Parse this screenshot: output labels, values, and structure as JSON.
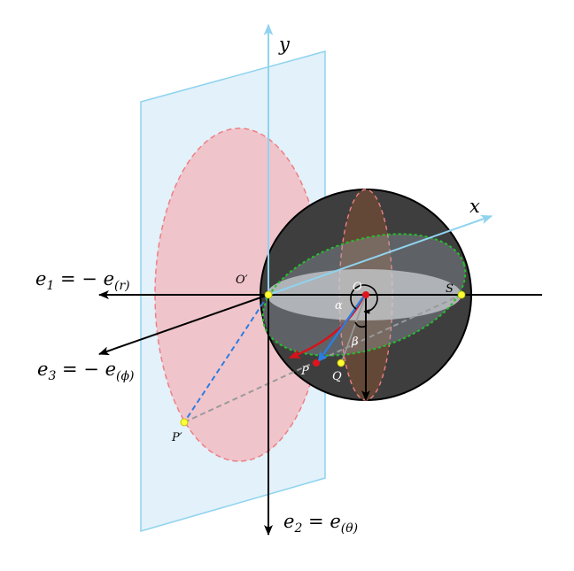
{
  "axes": {
    "y": "y",
    "x": "x",
    "e1": {
      "main": "e",
      "main_sub": "1",
      "eq": " = − ",
      "rhs": "e",
      "rhs_sub": "(r)"
    },
    "e2": {
      "main": "e",
      "main_sub": "2",
      "eq": " = ",
      "rhs": "e",
      "rhs_sub": "(θ)"
    },
    "e3": {
      "main": "e",
      "main_sub": "3",
      "eq": " = − ",
      "rhs": "e",
      "rhs_sub": "(ϕ)"
    }
  },
  "points": {
    "O": "O",
    "O_prime": "O′",
    "S": "S",
    "P": "P",
    "P_prime": "P′",
    "Q": "Q"
  },
  "angles": {
    "alpha": "α",
    "beta": "β"
  },
  "colors": {
    "plane_fill": "#dff0fa",
    "plane_stroke": "#8fd3ee",
    "disk_fill": "#f0c4cb",
    "disk_stroke": "#ee7f84",
    "sphere_fill": "#3e3e3e",
    "equator_ellipse": "#22c22a",
    "meridian_fill": "#6b4a36",
    "point_yellow": "#ffff33",
    "point_red": "#e0141e",
    "arc_red": "#d8121a",
    "arc_blue": "#2a7de1",
    "dash_blue": "#2a7de1",
    "dash_grey": "#9a9a9a"
  }
}
